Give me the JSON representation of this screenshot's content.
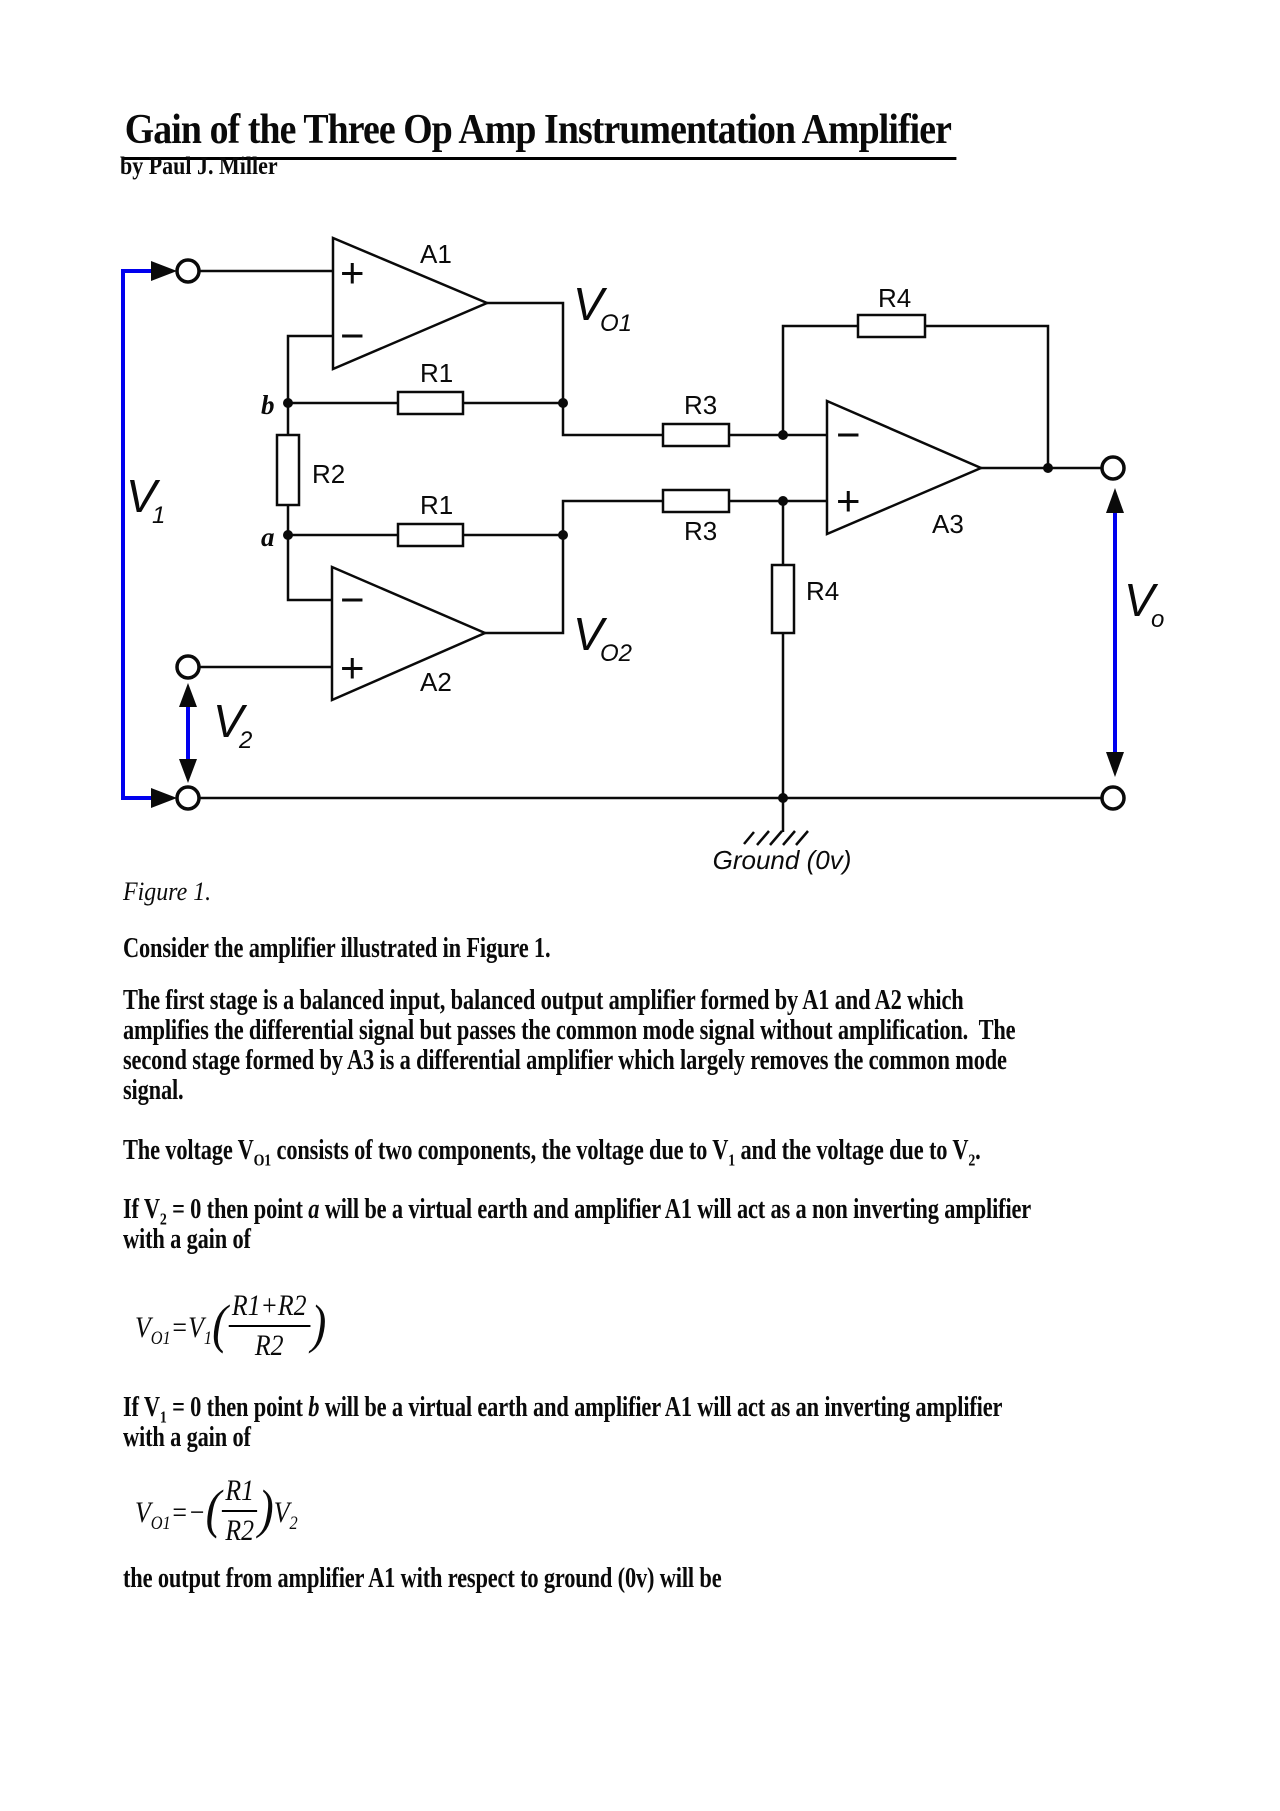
{
  "title": "Gain of the Three Op Amp Instrumentation Amplifier",
  "byline": "by Paul J. Miller",
  "figure": {
    "caption": "Figure 1.",
    "colors": {
      "wire": "#0a0a0a",
      "signal": "#0000ee"
    },
    "labels": {
      "a1": "A1",
      "a2": "A2",
      "a3": "A3",
      "r1_top": "R1",
      "r1_bottom": "R1",
      "r2": "R2",
      "r3_top": "R3",
      "r3_bottom": "R3",
      "r4_top": "R4",
      "r4_bottom": "R4",
      "node_b": "b",
      "node_a": "a",
      "plus": "+",
      "minus": "−",
      "ground": "Ground  (0v)",
      "v1": {
        "base": "V",
        "sub": "1"
      },
      "v2": {
        "base": "V",
        "sub": "2"
      },
      "vo1": {
        "base": "V",
        "sub": "O1"
      },
      "vo2": {
        "base": "V",
        "sub": "O2"
      },
      "vo": {
        "base": "V",
        "sub": "o"
      }
    }
  },
  "body": {
    "consider": "Consider the amplifier illustrated in Figure 1.",
    "para1": {
      "line1": "The first stage is a balanced input, balanced output amplifier formed by A1 and A2 which",
      "line2": "amplifies the differential signal but passes the common mode signal without amplification.  The",
      "line3": "second stage formed by A3 is a differential amplifier which largely removes the common mode",
      "line4": "signal."
    },
    "voltage_line": [
      {
        "t": "The voltage V"
      },
      {
        "s": "O1"
      },
      {
        "t": " consists of two components, the voltage due to V"
      },
      {
        "s": "1"
      },
      {
        "t": " and the voltage due to V"
      },
      {
        "s": "2"
      },
      {
        "t": "."
      }
    ],
    "if_v2_line1": [
      {
        "t": "If V"
      },
      {
        "s": "2"
      },
      {
        "t": " = 0 then point "
      },
      {
        "b": "a"
      },
      {
        "t": " will be a virtual earth and amplifier A1 will act as a non inverting amplifier"
      }
    ],
    "if_v2_line2": "with a gain of",
    "if_v1_line1": [
      {
        "t": "If V"
      },
      {
        "s": "1"
      },
      {
        "t": " = 0 then point "
      },
      {
        "b": "b"
      },
      {
        "t": " will be a virtual earth and amplifier A1 will act as an inverting amplifier"
      }
    ],
    "if_v1_line2": "with a gain of",
    "output_line": "the output from amplifier A1 with respect to ground (0v) will be"
  },
  "formulas": {
    "f1": {
      "lhs": "V",
      "lhs_sub": "O1",
      "eq": "=",
      "rhs_v": "V",
      "rhs_sub": "1",
      "po": "(",
      "num": "R1+R2",
      "den": "R2",
      "pc": ")"
    },
    "f2": {
      "lhs": "V",
      "lhs_sub": "O1",
      "eq": "=",
      "minus": "−",
      "po": "(",
      "num": "R1",
      "den": "R2",
      "pc": ")",
      "rhs_v": "V",
      "rhs_sub": "2"
    }
  }
}
